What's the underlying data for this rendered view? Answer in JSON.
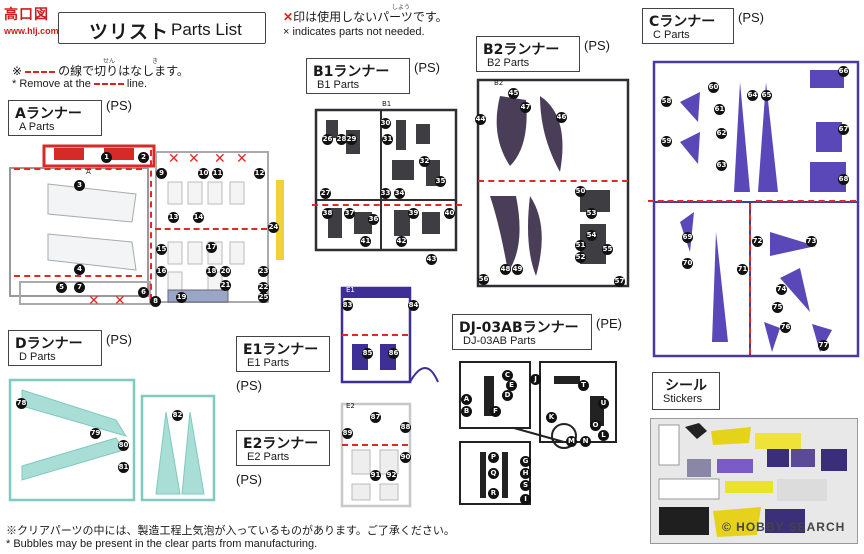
{
  "logo": {
    "top": "高口図",
    "bottom": "www.hlj.com"
  },
  "header": {
    "title_jp": "ツリスト",
    "title_en": "Parts List"
  },
  "notes": {
    "not_needed_jp_suffix": "印は使用しないパーツです。",
    "not_needed_en": "× indicates parts not needed.",
    "cut_jp_prefix": "※",
    "cut_jp_suffix": "の線で切りはなします。",
    "cut_en_prefix": "* Remove at the",
    "cut_en_suffix": "line.",
    "ruby_shiyou": "しよう",
    "ruby_sen": "せん",
    "ruby_ki": "き"
  },
  "runners": {
    "A": {
      "jp": "Aランナー",
      "en": "A Parts",
      "type": "(PS)"
    },
    "B1": {
      "jp": "B1ランナー",
      "en": "B1 Parts",
      "type": "(PS)"
    },
    "B2": {
      "jp": "B2ランナー",
      "en": "B2 Parts",
      "type": "(PS)"
    },
    "C": {
      "jp": "Cランナー",
      "en": "C Parts",
      "type": "(PS)"
    },
    "D": {
      "jp": "Dランナー",
      "en": "D Parts",
      "type": "(PS)"
    },
    "E1": {
      "jp": "E1ランナー",
      "en": "E1 Parts",
      "type": "(PS)"
    },
    "E2": {
      "jp": "E2ランナー",
      "en": "E2 Parts",
      "type": "(PS)"
    },
    "DJ": {
      "jp": "DJ-03ABランナー",
      "en": "DJ-03AB Parts",
      "type": "(PE)"
    },
    "S": {
      "jp": "シール",
      "en": "Stickers"
    }
  },
  "labels": {
    "A": {
      "n1": "1",
      "n2": "2",
      "n3": "3",
      "n4": "4",
      "n5": "5",
      "n6": "6",
      "n7": "7",
      "n8": "8",
      "n9": "9",
      "n10": "10",
      "n11": "11",
      "n12": "12",
      "n13": "13",
      "n14": "14",
      "n15": "15",
      "n16": "16",
      "n17": "17",
      "n18": "18",
      "n19": "19",
      "n20": "20",
      "n21": "21",
      "n22": "22",
      "n23": "23",
      "n24": "24",
      "n25": "25",
      "tag": "A"
    },
    "B1": {
      "n26": "26",
      "n27": "27",
      "n28": "28",
      "n29": "29",
      "n30": "30",
      "n31": "31",
      "n32": "32",
      "n33": "33",
      "n34": "34",
      "n35": "35",
      "n36": "36",
      "n37": "37",
      "n38": "38",
      "n39": "39",
      "n40": "40",
      "n41": "41",
      "n42": "42",
      "n43": "43",
      "tag": "B1"
    },
    "B2": {
      "n44": "44",
      "n45": "45",
      "n46": "46",
      "n47": "47",
      "n48": "48",
      "n49": "49",
      "n50": "50",
      "n51": "51",
      "n52": "52",
      "n53": "53",
      "n54": "54",
      "n55": "55",
      "n56": "56",
      "n57": "57",
      "tag": "B2"
    },
    "C": {
      "n58": "58",
      "n59": "59",
      "n60": "60",
      "n61": "61",
      "n62": "62",
      "n63": "63",
      "n64": "64",
      "n65": "65",
      "n66": "66",
      "n67": "67",
      "n68": "68",
      "n69": "69",
      "n70": "70",
      "n71": "71",
      "n72": "72",
      "n73": "73",
      "n74": "74",
      "n75": "75",
      "n76": "76",
      "n77": "77"
    },
    "D": {
      "n78": "78",
      "n79": "79",
      "n80": "80",
      "n81": "81",
      "n82": "82"
    },
    "E1": {
      "n83": "83",
      "n84": "84",
      "n85": "85",
      "n86": "86",
      "tag": "E1"
    },
    "E2": {
      "n87": "87",
      "n88": "88",
      "n89": "89",
      "n90": "90",
      "n91": "91",
      "n92": "92",
      "tag": "E2"
    },
    "DJ": {
      "A": "A",
      "B": "B",
      "C": "C",
      "D": "D",
      "E": "E",
      "F": "F",
      "G": "G",
      "H": "H",
      "I": "I",
      "J": "J",
      "K": "K",
      "L": "L",
      "M": "M",
      "N": "N",
      "O": "O",
      "P": "P",
      "Q": "Q",
      "R": "R",
      "S": "S",
      "T": "T",
      "U": "U"
    }
  },
  "footer": {
    "jp": "※クリアパーツの中には、製造工程上気泡が入っているものがあります。ご了承ください。",
    "en": "* Bubbles may be present in the clear parts from manufacturing."
  },
  "watermark": "© HOBBY SEARCH",
  "colors": {
    "cut_line": "#e02a22",
    "runner_A_red": "#d52a25",
    "runner_A_yellow": "#f3d13a",
    "runner_B": "#2f2f33",
    "runner_C": "#4b3a9e",
    "runner_D": "#7fc9bf",
    "runner_E1": "#3d2f96",
    "runner_E2": "#d8d8d8"
  }
}
